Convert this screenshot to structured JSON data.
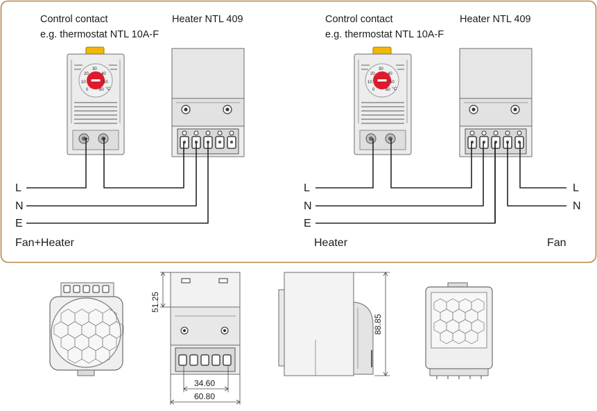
{
  "colors": {
    "frame": "#b8864a",
    "dial": "#e11a2b",
    "latch": "#f2b705",
    "device_fill": "#ececec",
    "device_stroke": "#6b6b6b",
    "wire": "#222222"
  },
  "left_panel": {
    "control_title": "Control contact",
    "control_subtitle": "e.g. thermostat NTL 10A-F",
    "heater_title": "Heater NTL 409",
    "wire_L": "L",
    "wire_N": "N",
    "wire_E": "E",
    "caption": "Fan+Heater"
  },
  "right_panel": {
    "control_title": "Control contact",
    "control_subtitle": "e.g. thermostat NTL 10A-F",
    "heater_title": "Heater NTL 409",
    "wire_L": "L",
    "wire_N": "N",
    "wire_E": "E",
    "wire_L_right": "L",
    "wire_N_right": "N",
    "caption_left": "Heater",
    "caption_right": "Fan"
  },
  "dial": {
    "ticks": [
      "30",
      "40",
      "20",
      "50",
      "10",
      "60",
      "0",
      "°C"
    ]
  },
  "dimensions": {
    "height_upper": "51.25",
    "terminal_spacing": "34.60",
    "width_total": "60.80",
    "depth_height": "88.85"
  }
}
